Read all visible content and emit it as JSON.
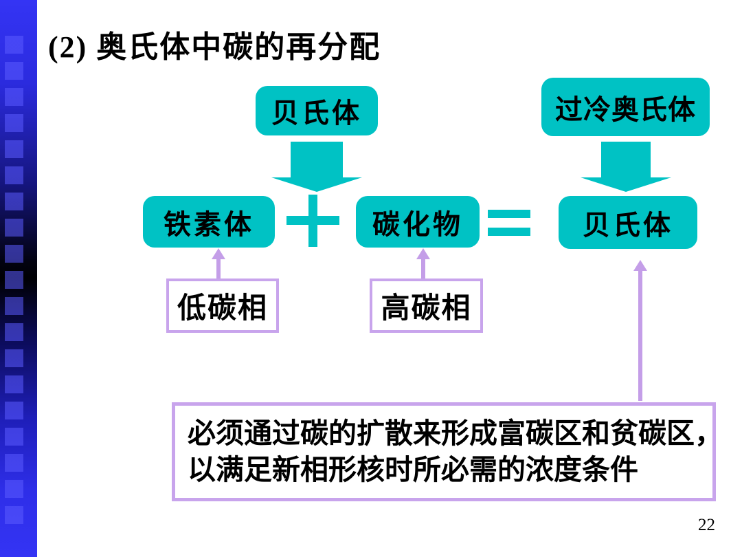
{
  "page": {
    "title": "(2) 奥氏体中碳的再分配",
    "page_number": "22"
  },
  "colors": {
    "teal": "#00C2C4",
    "purple": "#C49EE8",
    "purple-border": "#C8A4EC",
    "sidebar-blue": "#3232F2"
  },
  "diagram": {
    "top_boxes": [
      {
        "label": "贝氏体"
      },
      {
        "label": "过冷奥氏体"
      }
    ],
    "equation": {
      "left": "铁素体",
      "plus_operator": "+",
      "middle": "碳化物",
      "equals_operator": "=",
      "right": "贝氏体"
    },
    "phase_labels": [
      {
        "label": "低碳相"
      },
      {
        "label": "高碳相"
      }
    ],
    "note_lines": [
      "必须通过碳的扩散来形成富碳区和贫碳区，",
      "以满足新相形核时所必需的浓度条件"
    ]
  }
}
